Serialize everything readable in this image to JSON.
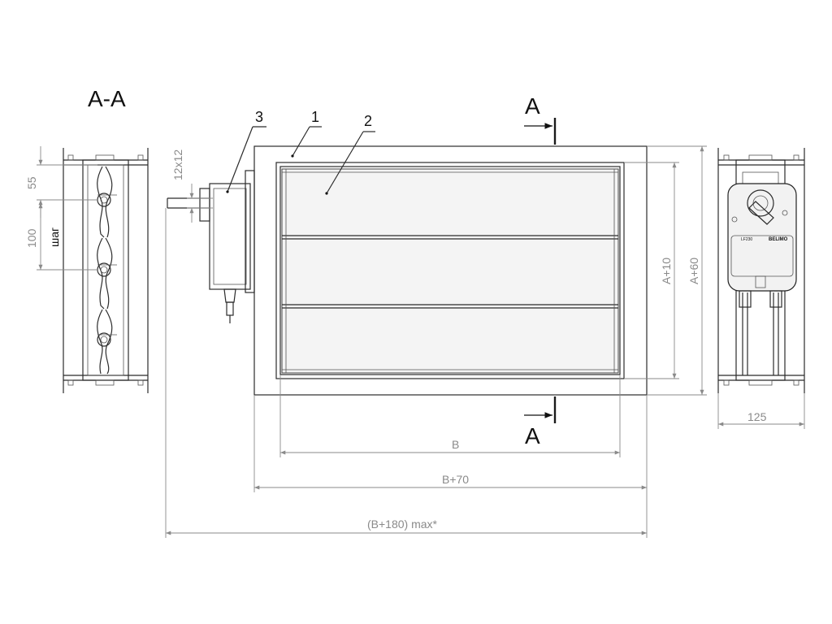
{
  "section": {
    "title": "A-A",
    "arrow_top": "A",
    "arrow_bottom": "A"
  },
  "callouts": {
    "item1": "1",
    "item2": "2",
    "item3": "3"
  },
  "dimensions": {
    "pitch_first": "55",
    "pitch_step": "100",
    "pitch_word": "шаг",
    "shaft": "12x12",
    "inner_height": "A+10",
    "outer_height": "A+60",
    "depth": "125",
    "inner_width": "B",
    "outer_width": "B+70",
    "max_width": "(B+180) max*"
  },
  "actuator": {
    "brand": "BELIMO",
    "model": "LF230"
  },
  "colors": {
    "line": "#2b2b2b",
    "dimension": "#8a8a8a",
    "blade_fill": "#f4f4f4"
  }
}
